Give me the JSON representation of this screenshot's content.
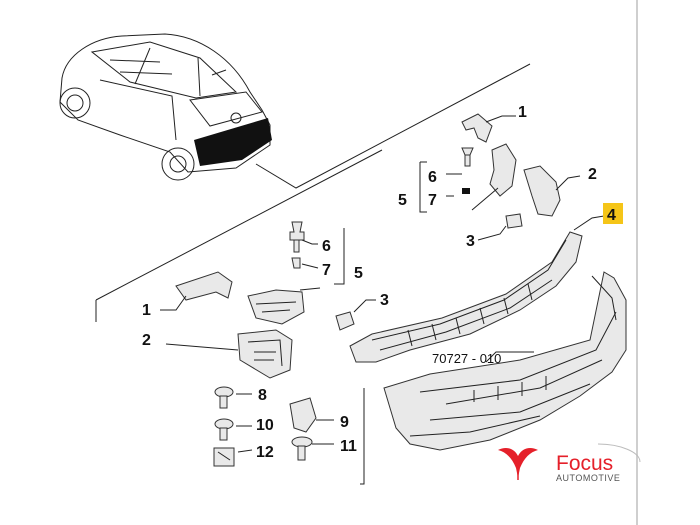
{
  "diagram": {
    "part_code": "70727 - 010",
    "callouts": {
      "rt_1": "1",
      "rt_2": "2",
      "rt_3": "3",
      "rt_4": "4",
      "rt_5": "5",
      "rt_6": "6",
      "rt_7": "7",
      "lf_1": "1",
      "lf_2": "2",
      "lf_3": "3",
      "lf_5": "5",
      "lf_6": "6",
      "lf_7": "7",
      "b_8": "8",
      "b_9": "9",
      "b_10": "10",
      "b_11": "11",
      "b_12": "12"
    },
    "highlight_color": "#f5c518"
  },
  "logo": {
    "name": "Focus",
    "subtitle": "AUTOMOTIVE",
    "color": "#e5202a"
  }
}
